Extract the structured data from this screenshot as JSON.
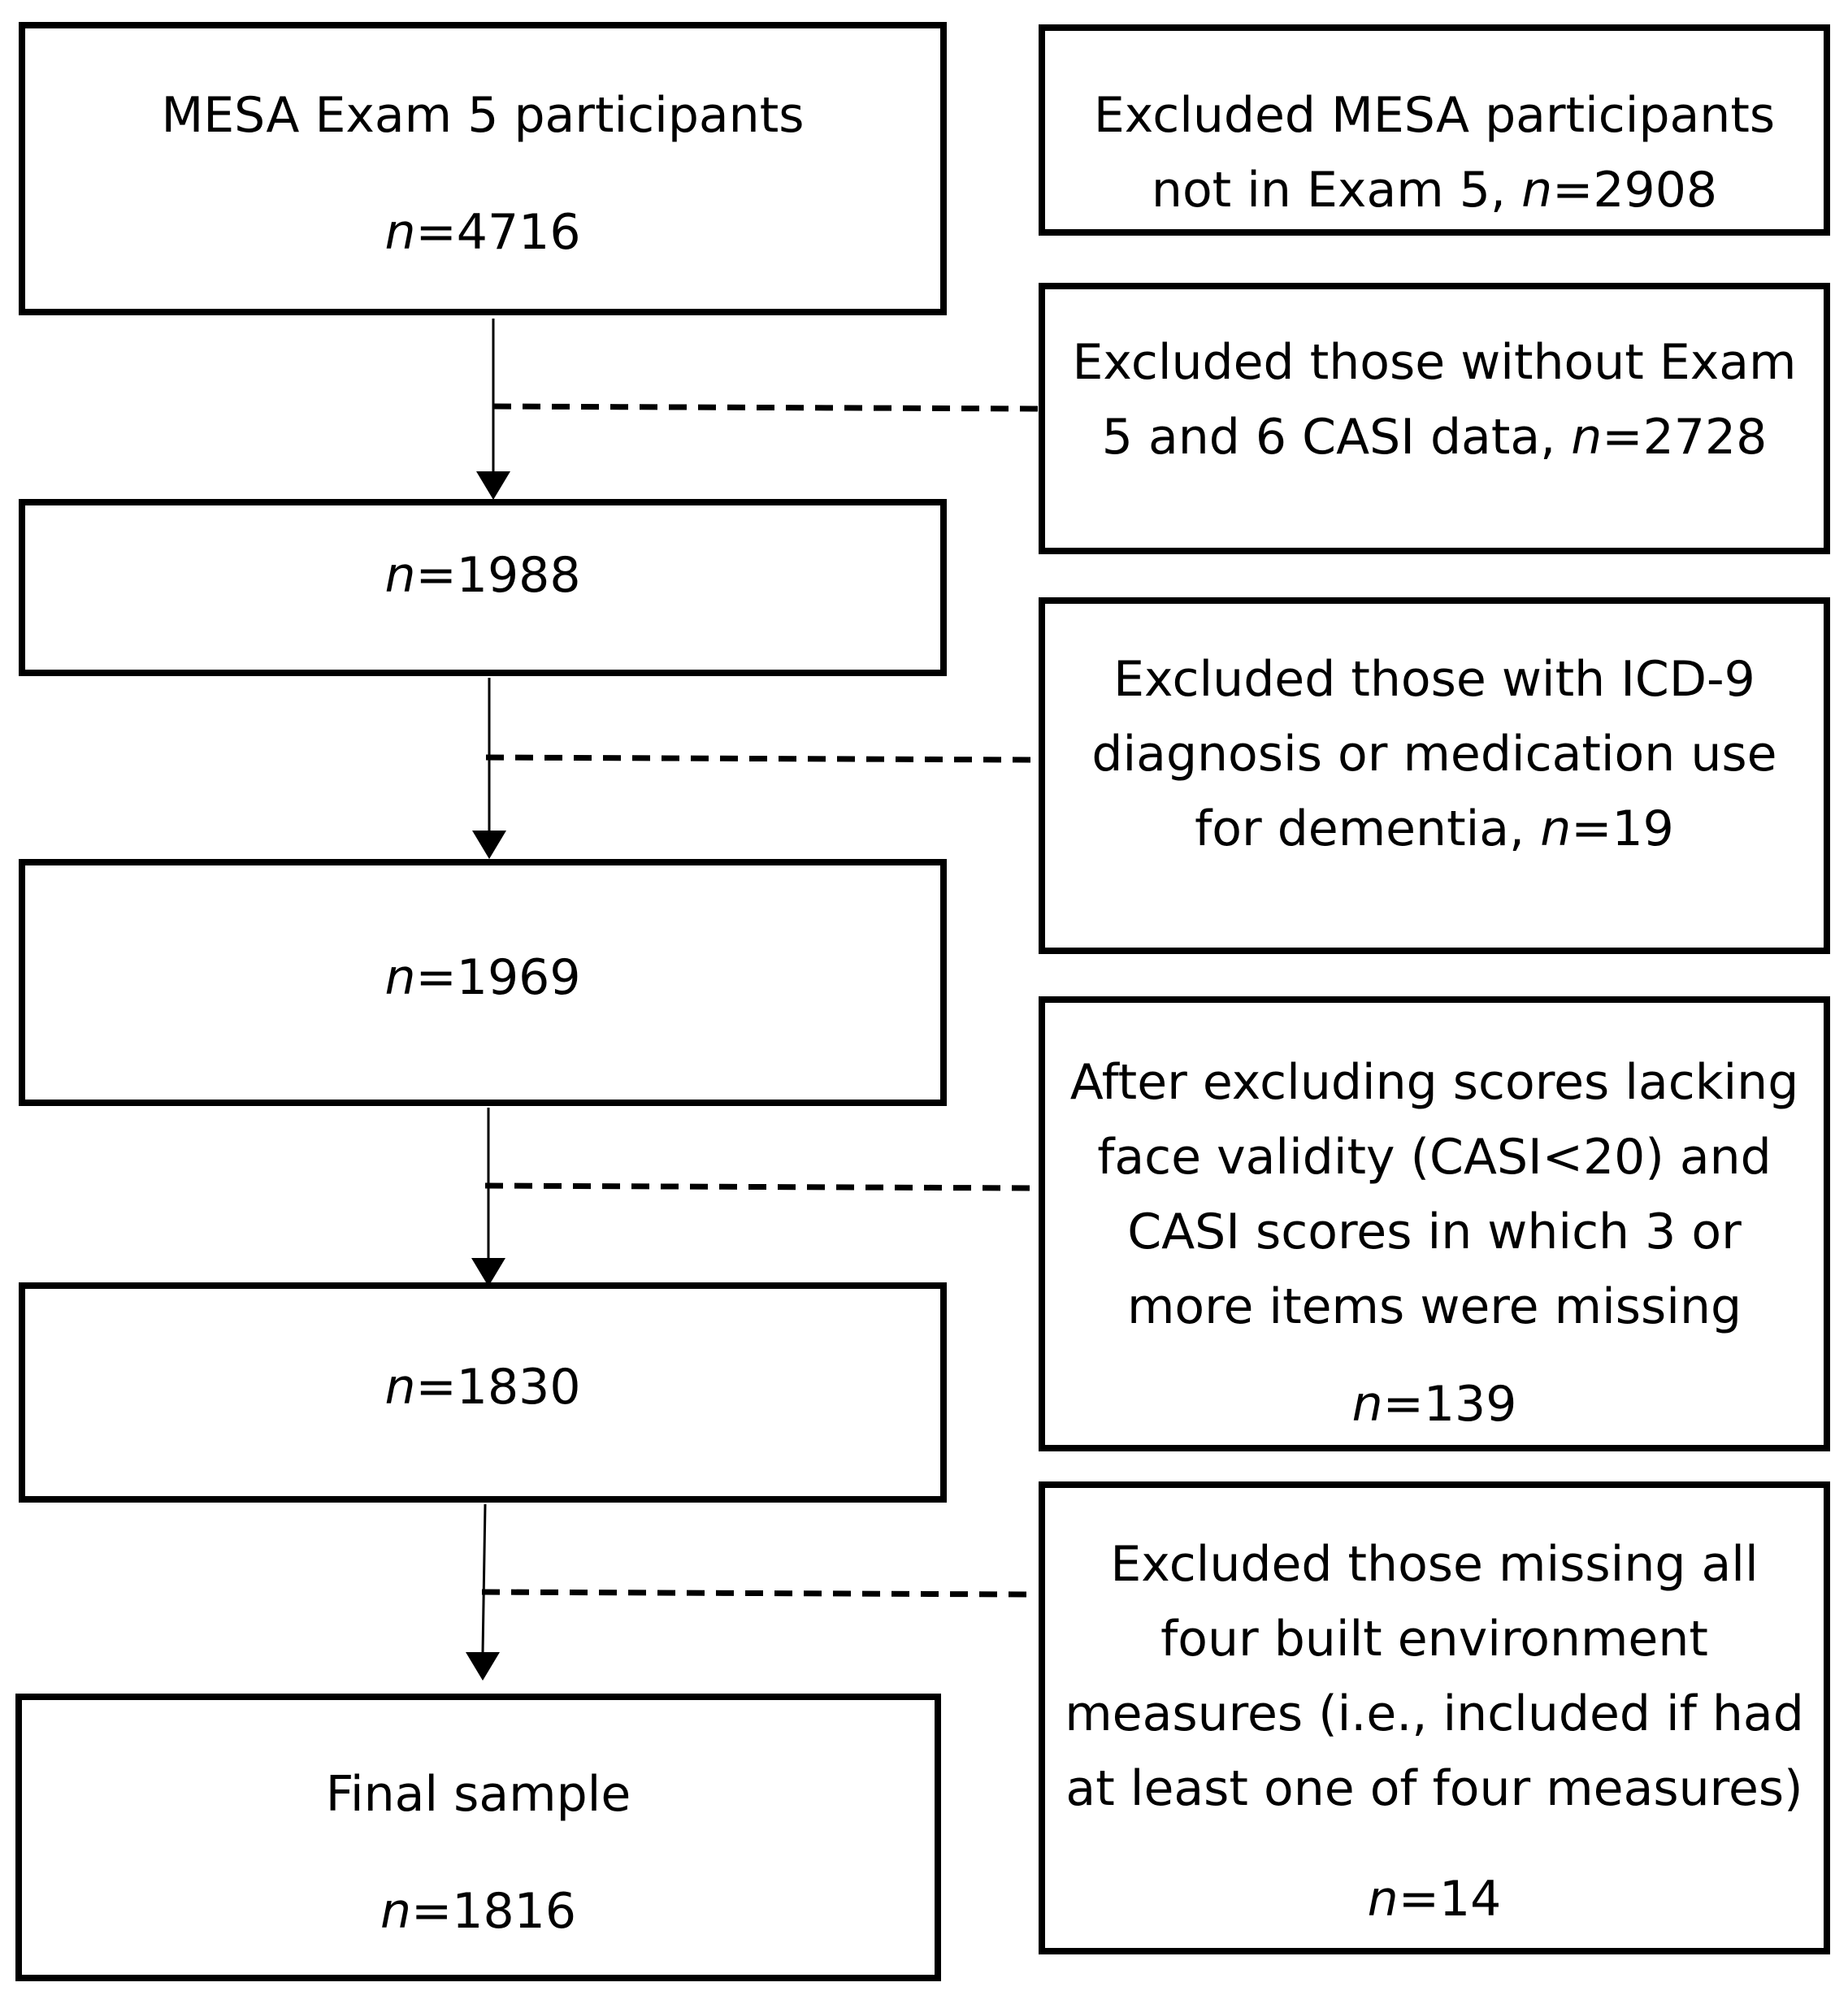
{
  "main_boxes": [
    {
      "label": "MESA Exam 5 participants",
      "n_prefix": "n",
      "n_value": "=4716"
    },
    {
      "label": "",
      "n_prefix": "n",
      "n_value": "=1988"
    },
    {
      "label": "",
      "n_prefix": "n",
      "n_value": "=1969"
    },
    {
      "label": "",
      "n_prefix": "n",
      "n_value": "=1830"
    },
    {
      "label": "Final sample",
      "n_prefix": "n",
      "n_value": "=1816"
    }
  ],
  "exclusion_boxes": [
    {
      "line1": "Excluded MESA participants",
      "line2_text": "not in Exam 5, ",
      "n_prefix": "n",
      "n_value": "=2908"
    },
    {
      "line1": "Excluded those without Exam",
      "line2_text": "5 and 6 CASI data, ",
      "n_prefix": "n",
      "n_value": "=2728"
    },
    {
      "line1": "Excluded those with ICD-9",
      "line2": "diagnosis or medication use",
      "line3_text": "for dementia, ",
      "n_prefix": "n",
      "n_value": "=19"
    },
    {
      "lines": [
        "After excluding scores lacking",
        "face validity (CASI<20) and",
        "CASI scores in which 3 or",
        "more items were missing"
      ],
      "n_prefix": "n",
      "n_value": "=139"
    },
    {
      "lines": [
        "Excluded those missing all",
        "four built environment",
        "measures (i.e., included if had",
        "at least one of four measures)"
      ],
      "n_prefix": "n",
      "n_value": "=14"
    }
  ]
}
